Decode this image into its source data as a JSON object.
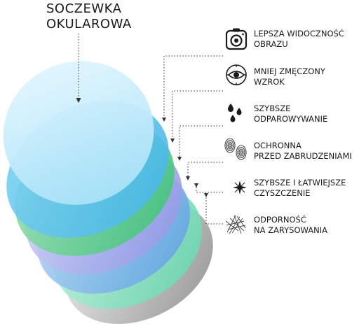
{
  "title": {
    "line1": "SOCZEWKA",
    "line2": "OKULAROWA"
  },
  "features": [
    {
      "icon": "camera-icon",
      "line1": "LEPSZA WIDOCZNOŚĆ",
      "line2": "OBRAZU"
    },
    {
      "icon": "eye-icon",
      "line1": "MNIEJ ZMĘCZONY",
      "line2": "WZROK"
    },
    {
      "icon": "water-drops-icon",
      "line1": "SZYBSZE",
      "line2": "ODPAROWYWANIE"
    },
    {
      "icon": "fingerprint-icon",
      "line1": "OCHRONNA",
      "line2": "PRZED ZABRUDZENIAMI"
    },
    {
      "icon": "sparkle-icon",
      "line1": "SZYBSZE I ŁATWIEJSZE",
      "line2": "CZYSZCZENIE"
    },
    {
      "icon": "scratch-icon",
      "line1": "ODPORNOŚĆ",
      "line2": "NA ZARYSOWANIA"
    }
  ],
  "colors": {
    "lens_main": "#c6ecfb",
    "layer_blue": "#5fc3ee",
    "layer_green": "#5ed08f",
    "layer_lavender": "#b7b9ef",
    "layer_blue2": "#7fb7ea",
    "layer_mint": "#8fe3c3",
    "layer_gray": "#b5b5b5"
  }
}
